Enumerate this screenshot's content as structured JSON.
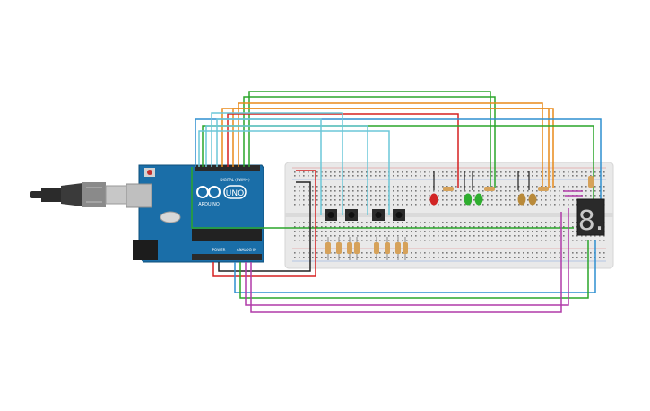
{
  "arduino": {
    "brand": "ARDUINO",
    "model": "UNO",
    "digital_label": "DIGITAL (PWM~)",
    "power_label": "POWER",
    "analog_label": "ANALOG IN",
    "icons": [
      "infinity-logo-icon",
      "reset-button-icon",
      "usb-plug-icon",
      "dc-jack-icon"
    ]
  },
  "display": {
    "digit": "8.",
    "segment_color": "#c8c8c8"
  },
  "colors": {
    "board": "#1a6ea8",
    "breadboard": "#e9e9e9",
    "wire_red": "#d62020",
    "wire_black": "#222222",
    "wire_green": "#2aa52a",
    "wire_orange": "#e88a1a",
    "wire_blue": "#2f8fd0",
    "wire_lightblue": "#6cc7d8",
    "wire_purple": "#b03aa8",
    "led_red": "#d12424",
    "led_green": "#2fae2f",
    "led_yellow": "#b98a3a"
  },
  "components": {
    "pushbuttons": 4,
    "button_resistors": 8,
    "led_groups": 3,
    "seven_segment_displays": 1
  }
}
